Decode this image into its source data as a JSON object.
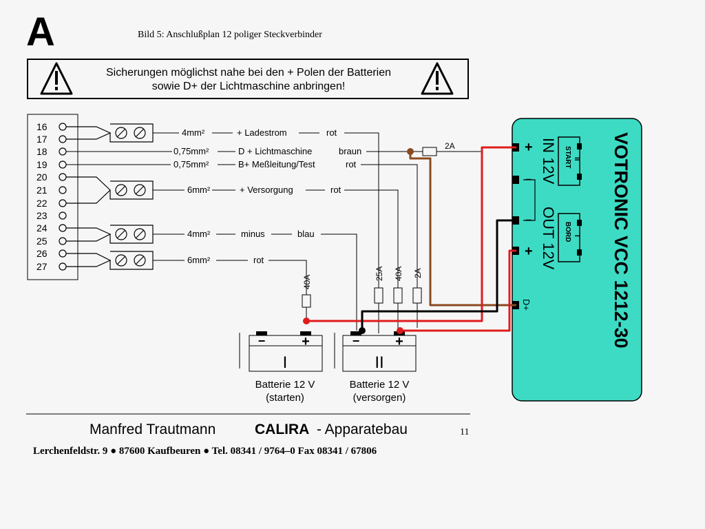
{
  "page_letter": "A",
  "figure_caption": "Bild 5: Anschlußplan 12 poliger Steckverbinder",
  "warning": {
    "line1": "Sicherungen möglichst nahe bei den + Polen der Batterien",
    "line2": "sowie D+ der Lichtmaschine anbringen!"
  },
  "pins": [
    "16",
    "17",
    "18",
    "19",
    "20",
    "21",
    "22",
    "23",
    "24",
    "25",
    "26",
    "27"
  ],
  "wires": {
    "ladestrom": {
      "size": "4mm²",
      "label": "+ Ladestrom",
      "color": "rot"
    },
    "lichtmaschine": {
      "size": "0,75mm²",
      "label": "D + Lichtmaschine",
      "color": "braun"
    },
    "messleitung": {
      "size": "0,75mm²",
      "label": "B+ Meßleitung/Test",
      "color": "rot"
    },
    "versorgung": {
      "size": "6mm²",
      "label": "+ Versorgung",
      "color": "rot"
    },
    "minus": {
      "size": "4mm²",
      "label": "minus",
      "color": "blau"
    },
    "rot6": {
      "size": "6mm²",
      "label": "rot"
    }
  },
  "fuses": {
    "f2a_top": "2A",
    "f40a_left": "40A",
    "f25a": "25A",
    "f40a_mid": "40A",
    "f2a_mid": "2A"
  },
  "batteries": {
    "b1": {
      "roman": "I",
      "line1": "Batterie 12 V",
      "line2": "(starten)"
    },
    "b2": {
      "roman": "II",
      "line1": "Batterie 12 V",
      "line2": "(versorgen)"
    },
    "minus_sign": "−",
    "plus_sign": "+"
  },
  "charger": {
    "name": "VOTRONIC VCC 1212-30",
    "in_label": "IN 12V",
    "out_label": "OUT 12V",
    "start_box": {
      "roman": "II",
      "text": "START"
    },
    "bord_box": {
      "roman": "I",
      "text": "BORD"
    },
    "plus": "+",
    "minus": "−",
    "d_plus": "D+",
    "color": "#3ddbc4"
  },
  "footer": {
    "name": "Manfred Trautmann",
    "brand": "CALIRA",
    "company": "- Apparatebau",
    "page_number": "11",
    "address": "Lerchenfeldstr. 9  ●  87600 Kaufbeuren  ●  Tel. 08341 / 9764–0  Fax 08341 / 67806"
  },
  "colors": {
    "red_wire": "#e01b1b",
    "brown_wire": "#8a4a1f",
    "black_wire": "#000000"
  }
}
